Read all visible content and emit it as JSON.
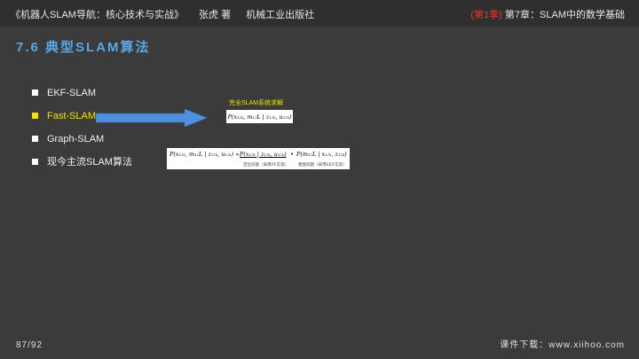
{
  "header": {
    "book_title": "《机器人SLAM导航：核心技术与实战》",
    "author": "张虎 著",
    "publisher": "机械工业出版社",
    "season": "(第1季)",
    "chapter": "第7章：SLAM中的数学基础"
  },
  "section_title": "7.6 典型SLAM算法",
  "list": [
    {
      "label": "EKF-SLAM",
      "active": false
    },
    {
      "label": "Fast-SLAM",
      "active": true
    },
    {
      "label": "Graph-SLAM",
      "active": false
    },
    {
      "label": "现今主流SLAM算法",
      "active": false
    }
  ],
  "callout": {
    "caption": "完全SLAM系统求解",
    "formula": "P(x₁:ₖ, m₁:L | z₁:ₖ, u₁:ₖ)"
  },
  "factorization": {
    "lhs": "P(x₁:ₖ, m₁:L | z₁:ₖ, u₁:ₖ) ∝",
    "term1": "P(x₁:ₖ | z₁:ₖ, u₁:ₖ)",
    "dot": "•",
    "term2": "P(m₁:L | x₁:ₖ, z₁:ₖ)",
    "note1": "定位问题（采用PF实现）",
    "note2": "建图问题（采用EKF实现）"
  },
  "footer": {
    "page": "87/92",
    "download": "课件下载：www.xiihoo.com"
  },
  "colors": {
    "accent_blue": "#5aa7e6",
    "highlight_yellow": "#f4e400",
    "season_red": "#e23b2e"
  }
}
